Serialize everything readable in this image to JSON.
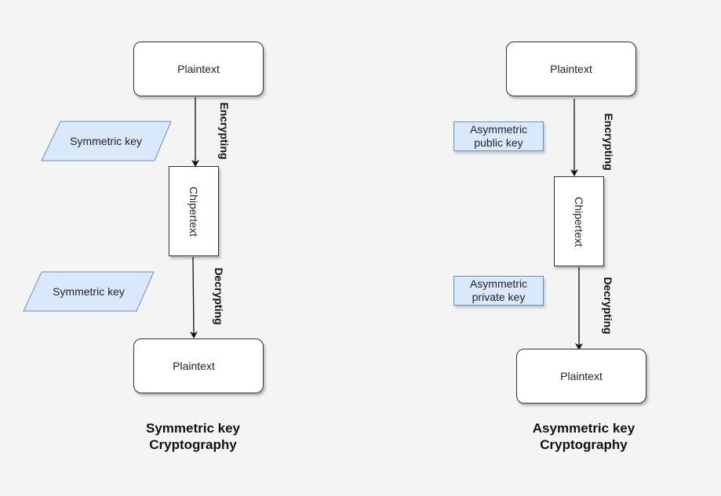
{
  "symmetric": {
    "top_box": "Plaintext",
    "key_top": "Symmetric key",
    "cipher_box": "Chipertext",
    "key_bottom": "Symmetric key",
    "bottom_box": "Plaintext",
    "encrypt_label": "Encrypting",
    "decrypt_label": "Decrypting",
    "caption_line1": "Symmetric key",
    "caption_line2": "Cryptography"
  },
  "asymmetric": {
    "top_box": "Plaintext",
    "public_key_line1": "Asymmetric",
    "public_key_line2": "public key",
    "cipher_box": "Chipertext",
    "private_key_line1": "Asymmetric",
    "private_key_line2": "private key",
    "bottom_box": "Plaintext",
    "encrypt_label": "Encrypting",
    "decrypt_label": "Decrypting",
    "caption_line1": "Asymmetric key",
    "caption_line2": "Cryptography"
  },
  "colors": {
    "background": "#f4f4f4",
    "key_fill": "#dae8fc",
    "key_stroke": "#6c8ebf",
    "box_stroke": "#333333"
  }
}
